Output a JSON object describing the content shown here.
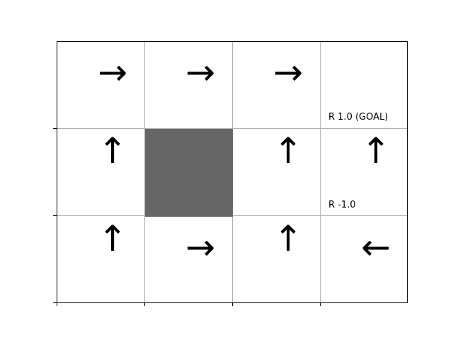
{
  "chart_data": {
    "type": "grid",
    "rows": 3,
    "cols": 4,
    "walls": [
      {
        "row": 1,
        "col": 1
      }
    ],
    "policy": [
      [
        "→",
        "→",
        "→",
        ""
      ],
      [
        "↑",
        "",
        "↑",
        "↑"
      ],
      [
        "↑",
        "→",
        "↑",
        "←"
      ]
    ],
    "labels": [
      {
        "row": 0,
        "col": 3,
        "text": "R 1.0 (GOAL)"
      },
      {
        "row": 1,
        "col": 3,
        "text": "R -1.0"
      }
    ],
    "grid": true,
    "x_tick_labels": [
      "",
      "",
      "",
      ""
    ],
    "y_tick_labels": [
      "",
      "",
      ""
    ],
    "colors": {
      "wall": "#666666",
      "gridline": "#b0b0b0",
      "arrow": "#000000"
    }
  }
}
